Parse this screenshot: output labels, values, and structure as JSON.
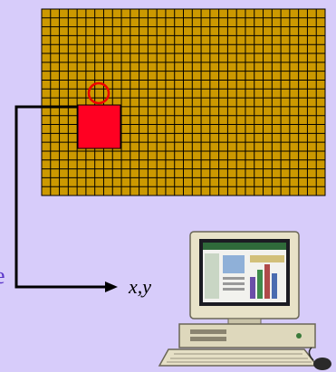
{
  "background_color": "#d7ccfa",
  "grid": {
    "fill_color": "#cc9900",
    "line_color": "#000000",
    "columns": 32,
    "rows": 21
  },
  "selected_cell": {
    "square_color": "#ff0022",
    "circle_color": "#ee0000"
  },
  "arrow": {
    "label": "x,y"
  },
  "computer": {
    "icon": "desktop-computer-icon"
  },
  "edge_glyphs": {
    "top": "‘",
    "bottom": "e"
  }
}
